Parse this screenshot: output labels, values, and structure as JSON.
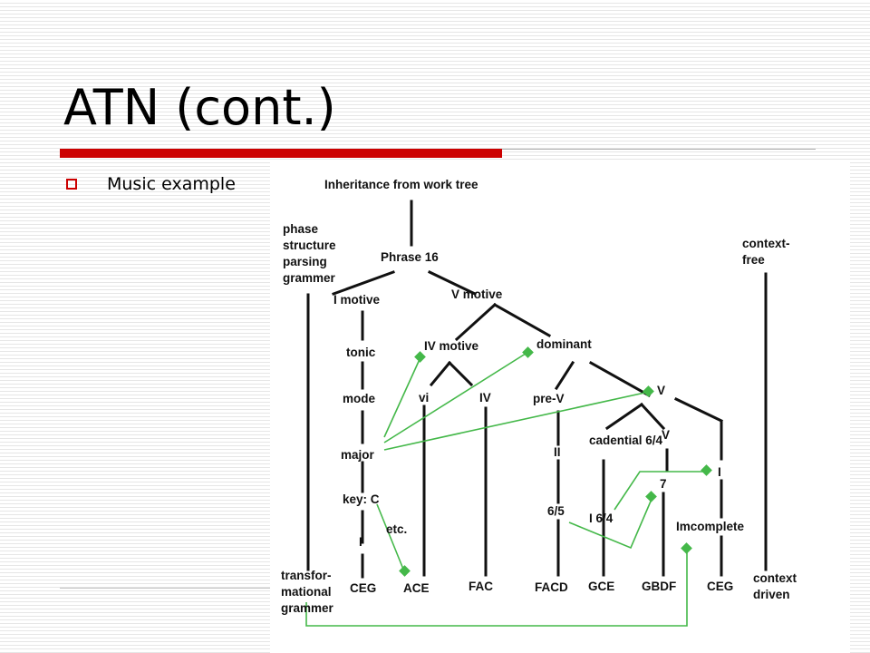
{
  "slide": {
    "title": "ATN (cont.)",
    "bullet": "Music example"
  },
  "diagram": {
    "root": "Inheritance from work tree",
    "left_top_label": "phase\nstructure\nparsing\ngrammer",
    "right_top_label": "context-\nfree",
    "phrase": "Phrase 16",
    "i_motive": "I motive",
    "v_motive": "V motive",
    "tonic": "tonic",
    "iv_motive": "IV motive",
    "dominant": "dominant",
    "mode": "mode",
    "vi": "vi",
    "iv": "IV",
    "pre_v": "pre-V",
    "v_upper": "V",
    "major": "major",
    "ii": "II",
    "cadential": "cadential 6/4",
    "v_lower": "V",
    "i_right": "I",
    "seven": "7",
    "key": "key: C",
    "six_five": "6/5",
    "i64": "I 6/4",
    "incomplete": "Imcomplete",
    "etc": "etc.",
    "small_i": "I",
    "left_bottom_label": "transfor-\nmational\ngrammer",
    "leaf_ceg_left": "CEG",
    "leaf_ace": "ACE",
    "leaf_fac": "FAC",
    "leaf_facd": "FACD",
    "leaf_gce": "GCE",
    "leaf_gbdf": "GBDF",
    "leaf_ceg_right": "CEG",
    "right_bottom_label": "context\ndriven",
    "link_color": "#44b849",
    "line_color": "#111111"
  }
}
